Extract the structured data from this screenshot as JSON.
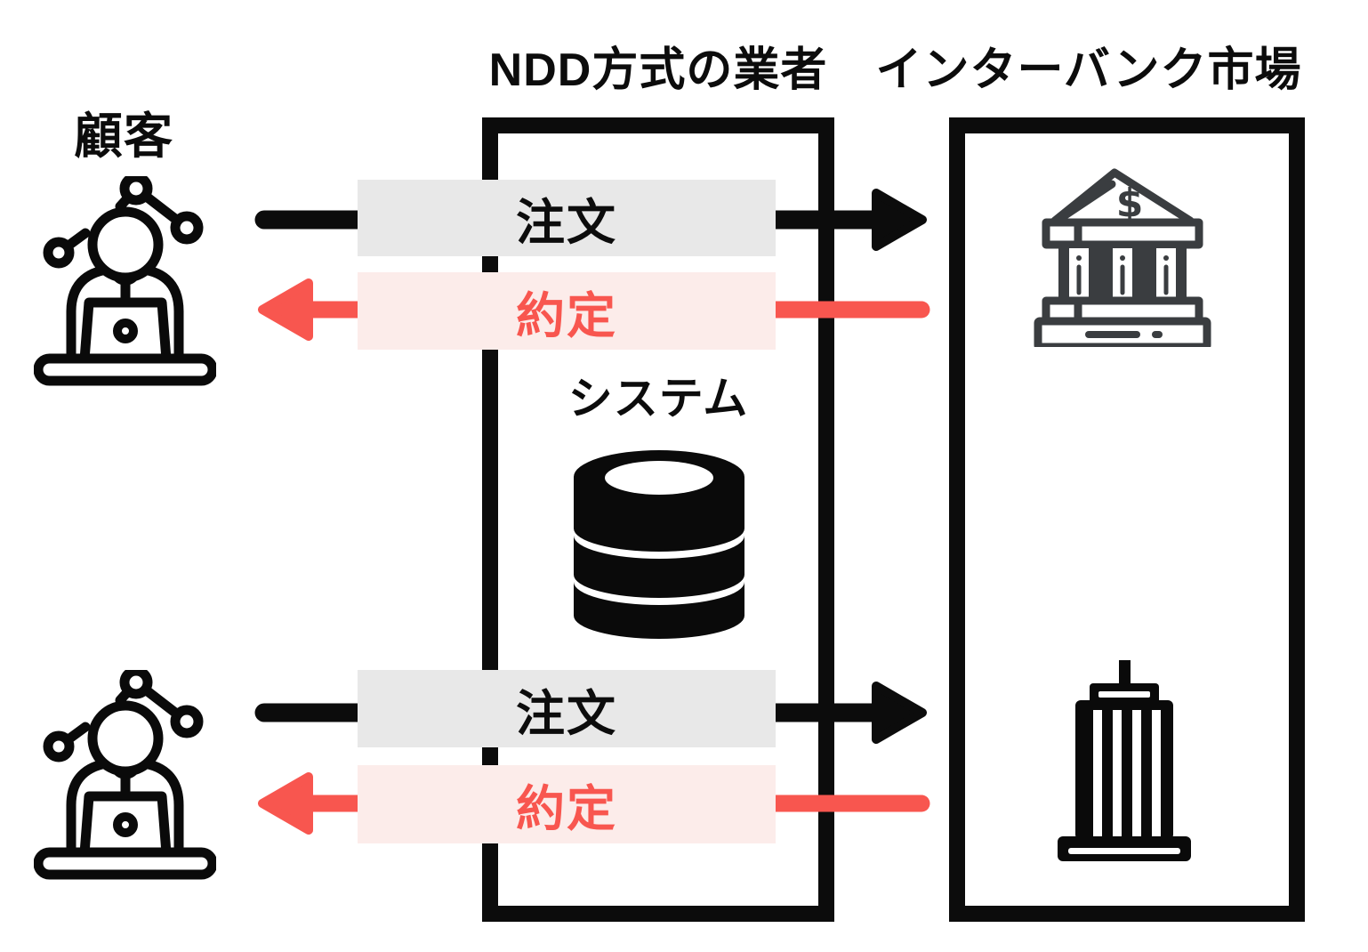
{
  "diagram": {
    "customer": {
      "label": "顧客"
    },
    "broker": {
      "title": "NDD方式の業者",
      "system_label": "システム"
    },
    "market": {
      "title": "インターバンク市場"
    },
    "flows": [
      {
        "position": "top",
        "order_label": "注文",
        "execution_label": "約定"
      },
      {
        "position": "bottom",
        "order_label": "注文",
        "execution_label": "約定"
      }
    ],
    "colors": {
      "black": "#0c0c0c",
      "execution_red": "#f8564f",
      "order_band_bg": "#e8e8e8",
      "execution_band_bg": "#fcecea",
      "bank_icon": "#3a3d40"
    },
    "icons": {
      "customer": "customer-at-laptop-icon",
      "system": "database-icon",
      "market_top": "bank-building-icon",
      "market_bottom": "office-building-icon"
    }
  }
}
